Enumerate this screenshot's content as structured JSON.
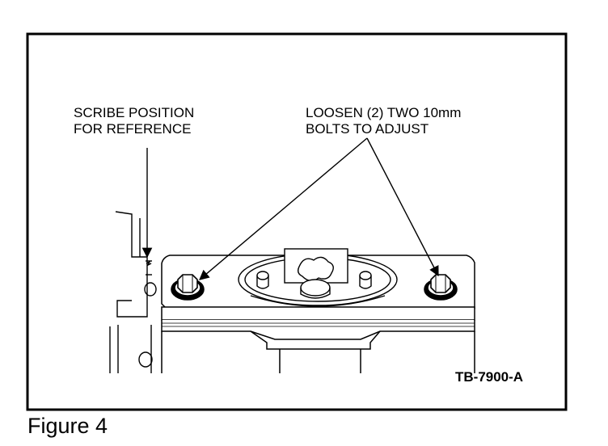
{
  "callouts": {
    "scribe": {
      "line1": "SCRIBE POSITION",
      "line2": "FOR REFERENCE"
    },
    "loosen": {
      "line1": "LOOSEN (2) TWO 10mm",
      "line2": "BOLTS TO ADJUST"
    }
  },
  "figure_id": "TB-7900-A",
  "caption": "Figure 4"
}
